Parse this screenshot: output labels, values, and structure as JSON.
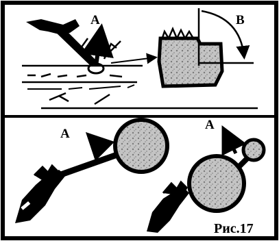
{
  "labels": {
    "top_a": "A",
    "top_b": "B",
    "bottom_left_a": "A",
    "bottom_right_a": "A"
  },
  "caption": "Рис.17",
  "colors": {
    "ink": "#000000",
    "paper": "#ffffff",
    "stone": "#bdbdbd"
  }
}
